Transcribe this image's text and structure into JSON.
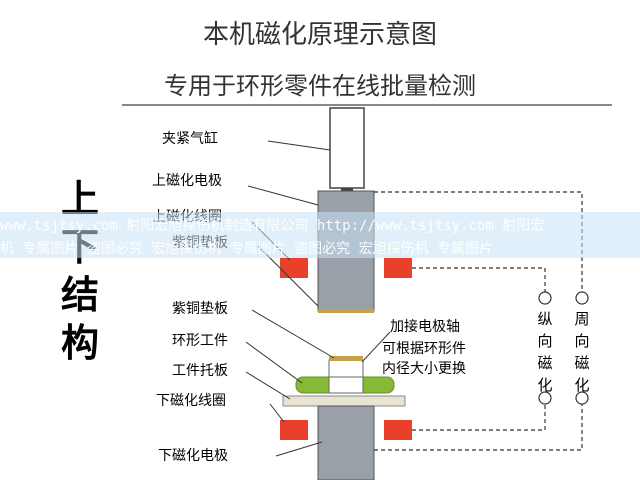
{
  "title": "本机磁化原理示意图",
  "subtitle": "专用于环形零件在线批量检测",
  "side_label": [
    "上",
    "下",
    "结",
    "构"
  ],
  "labels": {
    "cylinder": "夹紧气缸",
    "upper_electrode": "上磁化电极",
    "upper_coil": "上磁化线圈",
    "copper_plate_upper": "紫铜垫板",
    "copper_plate": "紫铜垫板",
    "ring_part": "环形工件",
    "part_tray": "工件托板",
    "lower_coil": "下磁化线圈",
    "lower_electrode": "下磁化电极",
    "shaft_note_1": "加接电极轴",
    "shaft_note_2": "可根据环形件",
    "shaft_note_3": "内径大小更换"
  },
  "magnetization": {
    "longitudinal": "纵向磁化",
    "circumferential": "周向磁化"
  },
  "watermark": {
    "line1": "www.tsjtsy.com 射阳宏旭探伤机制造有限公司 http://www.tsjtsy.com 射阳宏",
    "line2": "机 专属图片 盗图必究 宏旭探伤机 专属图片 盗图必究 宏旭探伤机 专属图片"
  },
  "colors": {
    "coil": "#e8402a",
    "metal": "#9aa0a8",
    "copper": "#c8a24a",
    "ring": "#88b838",
    "tray": "#e8e4d4"
  }
}
